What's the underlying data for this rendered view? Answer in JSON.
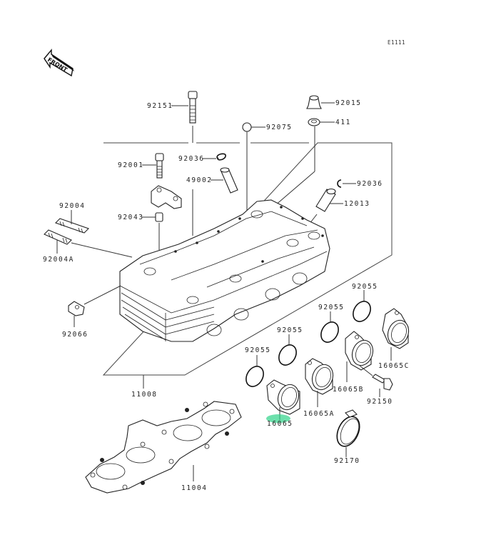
{
  "diagram": {
    "code": "E1111",
    "front_label": "FRONT",
    "highlight_color": "#2fd389",
    "highlighted_part": "16065",
    "parts": {
      "p92151": "92151",
      "p92015": "92015",
      "p411": "411",
      "p92075": "92075",
      "p92036a": "92036",
      "p92001": "92001",
      "p49002": "49002",
      "p92036b": "92036",
      "p12013": "12013",
      "p92004": "92004",
      "p92043": "92043",
      "p92004A": "92004A",
      "p92066": "92066",
      "p92055a": "92055",
      "p92055b": "92055",
      "p92055c": "92055",
      "p92055d": "92055",
      "p16065C": "16065C",
      "p16065B": "16065B",
      "p92150": "92150",
      "p16065A": "16065A",
      "p16065": "16065",
      "p92170": "92170",
      "p11008": "11008",
      "p11004": "11004"
    }
  }
}
